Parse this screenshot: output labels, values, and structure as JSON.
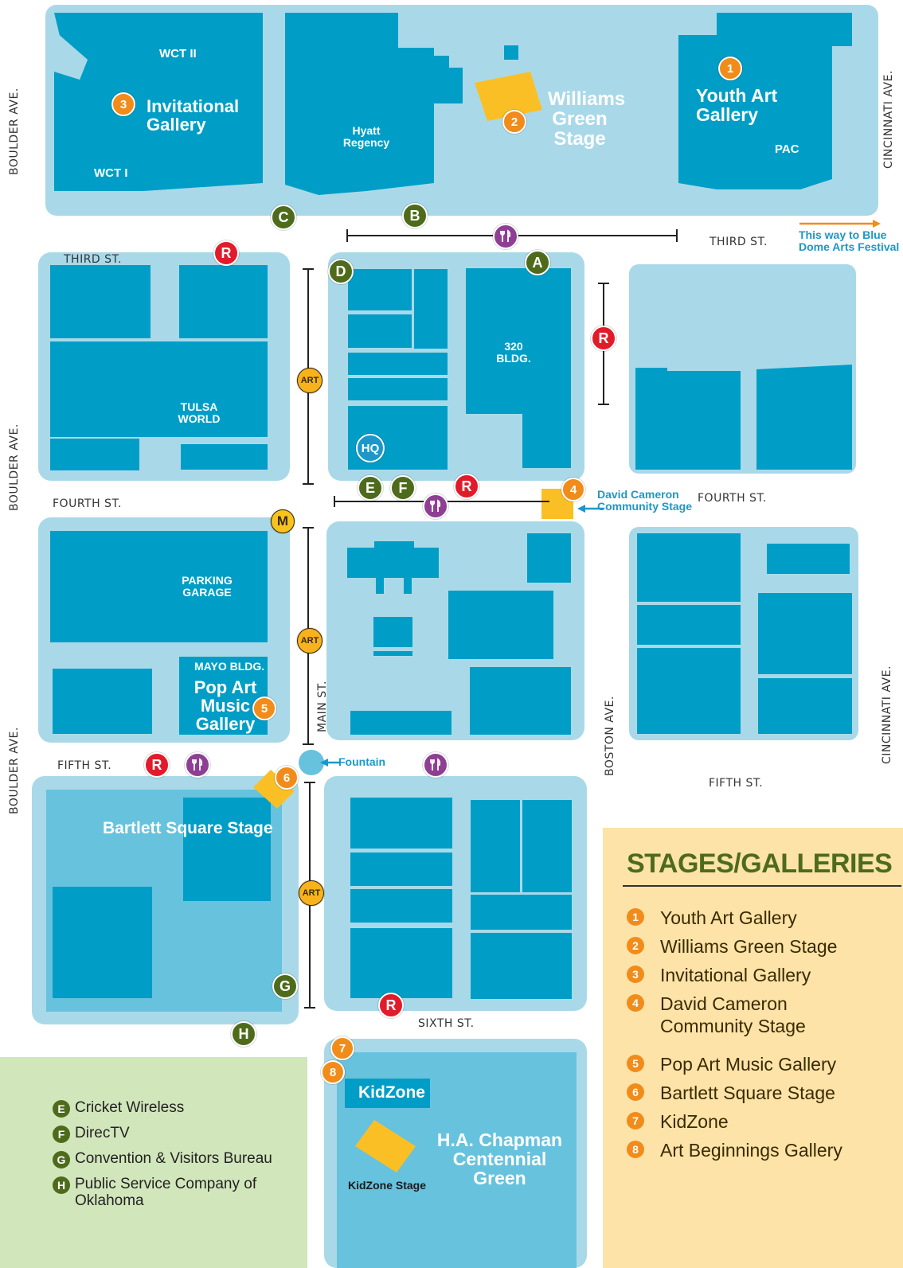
{
  "streets": {
    "third_st_top": "THIRD ST.",
    "third_st_left": "THIRD ST.",
    "fourth_st_left": "FOURTH ST.",
    "fourth_st_right": "FOURTH ST.",
    "fifth_st_left": "FIFTH ST.",
    "fifth_st_right": "FIFTH ST.",
    "sixth_st": "SIXTH ST.",
    "boulder_ave": "BOULDER AVE.",
    "cincinnati_ave": "CINCINNATI AVE.",
    "main_st": "MAIN ST.",
    "boston_ave": "BOSTON AVE."
  },
  "buildings": {
    "wct_ii": "WCT II",
    "wct_i": "WCT I",
    "hyatt_line1": "Hyatt",
    "hyatt_line2": "Regency",
    "pac": "PAC",
    "tulsa_line1": "TULSA",
    "tulsa_line2": "WORLD",
    "bldg320_line1": "320",
    "bldg320_line2": "BLDG.",
    "parking_line1": "PARKING",
    "parking_line2": "GARAGE",
    "mayo": "MAYO BLDG."
  },
  "venues": {
    "invitational_line1": "Invitational",
    "invitational_line2": "Gallery",
    "williams_line1": "Williams",
    "williams_line2": "Green",
    "williams_line3": "Stage",
    "youth_line1": "Youth Art",
    "youth_line2": "Gallery",
    "david_line1": "David Cameron",
    "david_line2": "Community Stage",
    "popart_line1": "Pop Art",
    "popart_line2": "Music",
    "popart_line3": "Gallery",
    "bartlett": "Bartlett Square Stage",
    "kidzone": "KidZone",
    "chapman_line1": "H.A. Chapman",
    "chapman_line2": "Centennial Green",
    "kidzone_stage": "KidZone Stage",
    "fountain": "Fountain",
    "blue_dome_line1": "This way to Blue",
    "blue_dome_line2": "Dome Arts Festival"
  },
  "markers": {
    "a": "A",
    "b": "B",
    "c": "C",
    "d": "D",
    "e": "E",
    "f": "F",
    "g": "G",
    "h": "H",
    "r": "R",
    "m": "M",
    "hq": "HQ",
    "art": "ART",
    "n1": "1",
    "n2": "2",
    "n3": "3",
    "n4": "4",
    "n5": "5",
    "n6": "6",
    "n7": "7",
    "n8": "8"
  },
  "stages_legend": {
    "title": "STAGES/GALLERIES",
    "items": [
      {
        "num": "1",
        "label": "Youth Art Gallery"
      },
      {
        "num": "2",
        "label": "Williams Green Stage"
      },
      {
        "num": "3",
        "label": "Invitational Gallery"
      },
      {
        "num": "4",
        "label": "David Cameron Community Stage"
      },
      {
        "num": "5",
        "label": "Pop Art Music Gallery"
      },
      {
        "num": "6",
        "label": "Bartlett Square Stage"
      },
      {
        "num": "7",
        "label": "KidZone"
      },
      {
        "num": "8",
        "label": "Art Beginnings Gallery"
      }
    ]
  },
  "sponsors_legend": {
    "items": [
      {
        "letter": "E",
        "label": "Cricket Wireless"
      },
      {
        "letter": "F",
        "label": "DirecTV"
      },
      {
        "letter": "G",
        "label": "Convention & Visitors Bureau"
      },
      {
        "letter": "H",
        "label": "Public Service Company of Oklahoma"
      }
    ]
  },
  "colors": {
    "block_light": "#a9d9e8",
    "block_mid": "#67c2dd",
    "building": "#009ec6",
    "stage_yellow": "#fbbf26",
    "marker_green": "#4e6b1c",
    "marker_red": "#e21b2a",
    "marker_orange": "#f18c1a",
    "marker_purple": "#8e3f93",
    "panel_yellow": "#fde3a8",
    "panel_green": "#d2e6bb"
  },
  "icons": {
    "restaurant": "fork-knife-icon",
    "arrow": "arrow-left-icon"
  }
}
